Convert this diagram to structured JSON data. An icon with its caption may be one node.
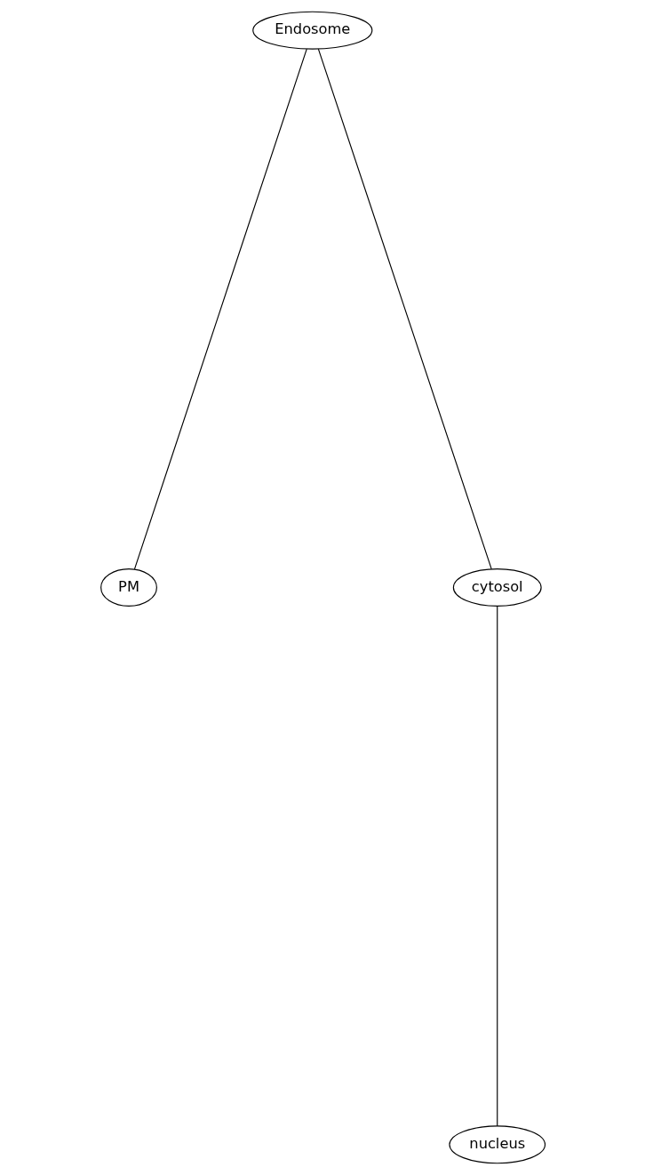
{
  "diagram": {
    "nodes": [
      {
        "text": [
          "Endosome"
        ]
      },
      {
        "text": [
          "PM"
        ]
      },
      {
        "text": [
          "cytosol"
        ]
      },
      {
        "text": [
          "nucleus"
        ]
      }
    ],
    "edges": [
      {
        "from": 0,
        "to": 1,
        "arrow": "none"
      },
      {
        "from": 0,
        "to": 2,
        "arrow": "none"
      },
      {
        "from": 2,
        "to": 3,
        "arrow": "none"
      }
    ]
  }
}
